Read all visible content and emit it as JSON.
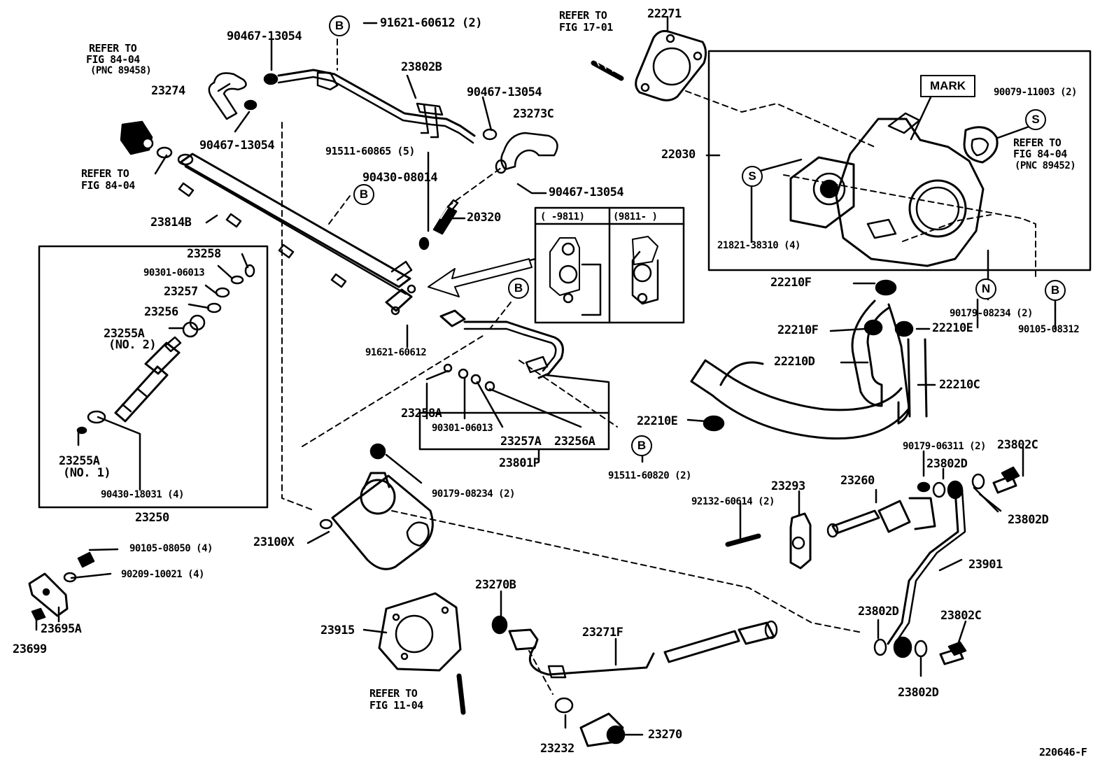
{
  "figure_id": "220646-F",
  "part_labels": {
    "p90467_13054_a": "90467-13054",
    "p91621_60612_2": "91621-60612 (2)",
    "p23802B": "23802B",
    "p90467_13054_b": "90467-13054",
    "p23273C": "23273C",
    "p23274": "23274",
    "p90467_13054_c": "90467-13054",
    "p91511_60865": "91511-60865 (5)",
    "p90430_08014": "90430-08014",
    "p90467_13054_d": "90467-13054",
    "p20320": "20320",
    "p23814B": "23814B",
    "p22271": "22271",
    "p22030": "22030",
    "p90079_11003": "90079-11003 (2)",
    "p21821_38310": "21821-38310 (4)",
    "p22210F_a": "22210F",
    "p22210F_b": "22210F",
    "p22210E_a": "22210E",
    "p22210D": "22210D",
    "p22210C": "22210C",
    "p22210E_b": "22210E",
    "p90179_08234_2a": "90179-08234 (2)",
    "p90105_08312": "90105-08312",
    "p23258": "23258",
    "p90301_06013": "90301-06013",
    "p23257": "23257",
    "p23256": "23256",
    "p23255A_2": "23255A",
    "p23255A_1": "23255A",
    "p90430_18031": "90430-18031 (4)",
    "p23250": "23250",
    "p91621_60612": "91621-60612",
    "p23258A": "23258A",
    "p90301_06013_b": "90301-06013",
    "p23257A": "23257A",
    "p23256A": "23256A",
    "p23801P": "23801P",
    "p91511_60820": "91511-60820 (2)",
    "p90179_08234_2b": "90179-08234 (2)",
    "p90179_06311": "90179-06311 (2)",
    "p23802C_a": "23802C",
    "p23293": "23293",
    "p23260": "23260",
    "p23802D_a": "23802D",
    "p92132_60614": "92132-60614 (2)",
    "p23802D_b": "23802D",
    "p23100X": "23100X",
    "p23901": "23901",
    "p90105_08050": "90105-08050 (4)",
    "p90209_10021": "90209-10021 (4)",
    "p23695A": "23695A",
    "p23699": "23699",
    "p23270B": "23270B",
    "p23915": "23915",
    "p23271F": "23271F",
    "p23802D_c": "23802D",
    "p23802C_b": "23802C",
    "p23802D_d": "23802D",
    "p23232": "23232",
    "p23270": "23270"
  },
  "sub_labels": {
    "no2": "(NO. 2)",
    "no1": "(NO. 1)"
  },
  "references": {
    "ref_84_04_pnc_l1": "REFER TO",
    "ref_84_04_pnc_l2": "FIG 84-04",
    "ref_84_04_pnc_l3": "(PNC 89458)",
    "ref_84_04_l1": "REFER TO",
    "ref_84_04_l2": "FIG 84-04",
    "ref_17_01_l1": "REFER TO",
    "ref_17_01_l2": "FIG 17-01",
    "ref_84_04_r_l1": "REFER TO",
    "ref_84_04_r_l2": "FIG 84-04",
    "ref_84_04_r_l3": "(PNC 89452)",
    "ref_11_04_l1": "REFER TO",
    "ref_11_04_l2": "FIG 11-04"
  },
  "date_ranges": {
    "before": "(    -9811)",
    "after": "(9811-    )"
  },
  "markers": {
    "b1": "B",
    "b2": "B",
    "b3": "B",
    "b4": "B",
    "b5": "B",
    "s1": "S",
    "s2": "S",
    "n1": "N",
    "mark": "MARK"
  }
}
